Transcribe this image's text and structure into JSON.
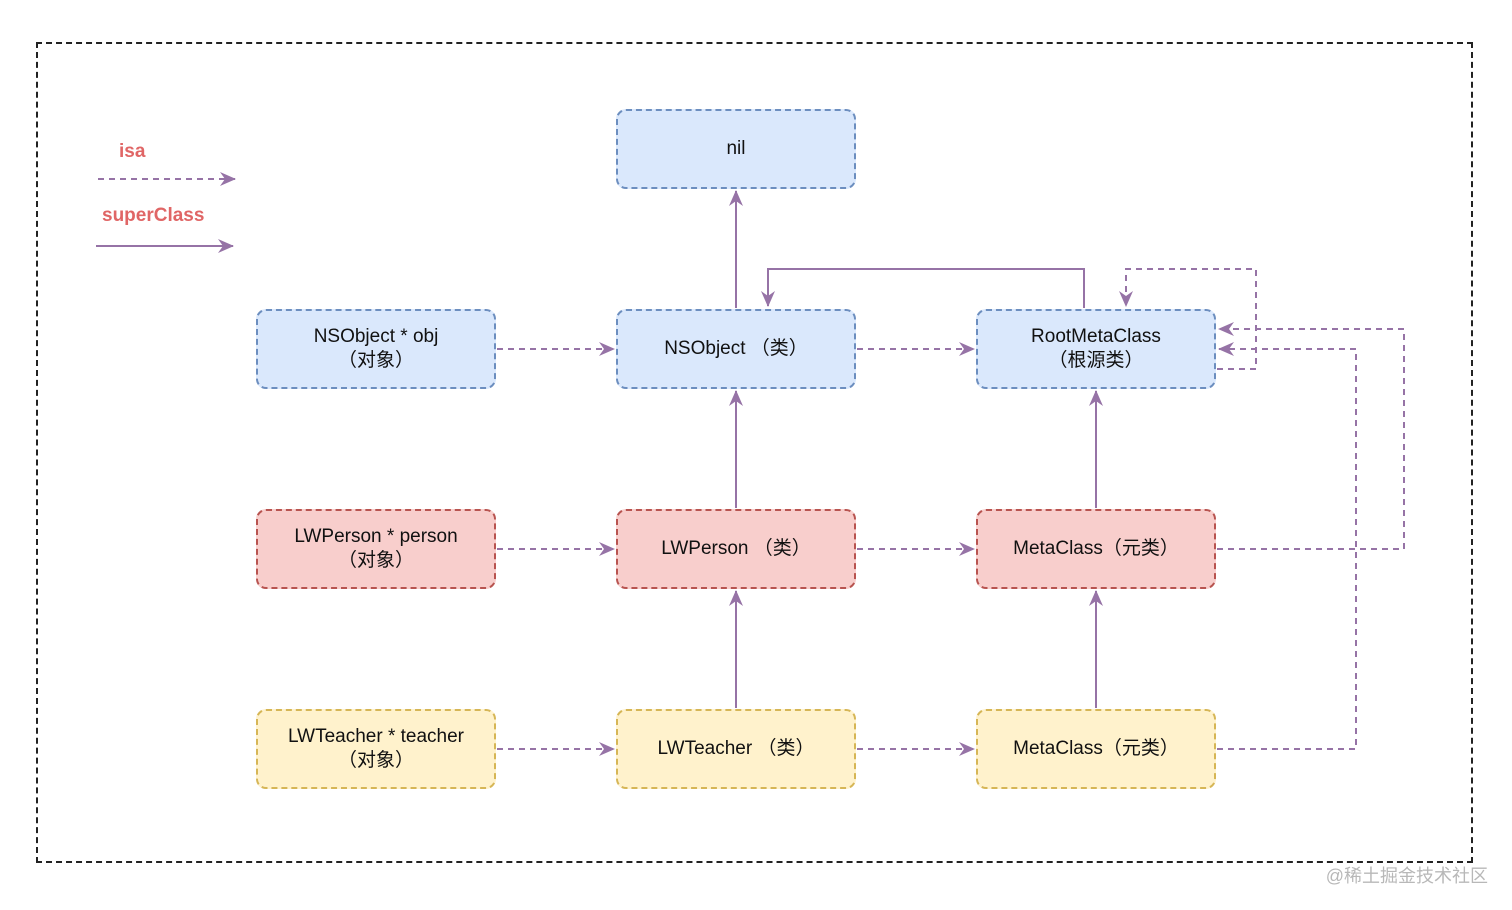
{
  "legend": {
    "isa_label": "isa",
    "superclass_label": "superClass"
  },
  "nodes": {
    "nil": {
      "line1": "nil",
      "line2": ""
    },
    "nsobject_obj": {
      "line1": "NSObject * obj",
      "line2": "（对象）"
    },
    "nsobject_cls": {
      "line1": "NSObject （类）",
      "line2": ""
    },
    "root_meta": {
      "line1": "RootMetaClass",
      "line2": "（根源类）"
    },
    "person_obj": {
      "line1": "LWPerson * person",
      "line2": "（对象）"
    },
    "person_cls": {
      "line1": "LWPerson （类）",
      "line2": ""
    },
    "person_meta": {
      "line1": "MetaClass（元类）",
      "line2": ""
    },
    "teacher_obj": {
      "line1": "LWTeacher * teacher",
      "line2": "（对象）"
    },
    "teacher_cls": {
      "line1": "LWTeacher （类）",
      "line2": ""
    },
    "teacher_meta": {
      "line1": "MetaClass（元类）",
      "line2": ""
    }
  },
  "colors": {
    "edge": "#9673a6",
    "blue_fill": "#dae8fc",
    "red_fill": "#f8cecc",
    "yellow_fill": "#fff2cc",
    "legend_text": "#e06666"
  },
  "watermark": "@稀土掘金技术社区"
}
